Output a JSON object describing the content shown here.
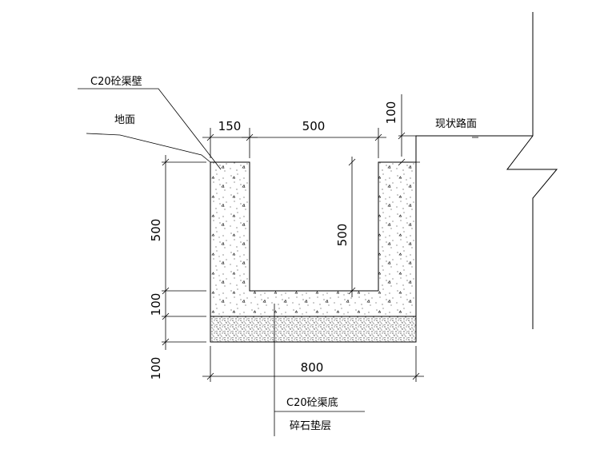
{
  "labels": {
    "channel_wall": "C20砼渠壁",
    "ground": "地面",
    "existing_road": "现状路面",
    "channel_bottom": "C20砼渠底",
    "gravel_layer": "碎石垫层"
  },
  "dimensions": {
    "wall_thickness": "150",
    "inner_width": "500",
    "road_step": "100",
    "wall_height_left": "500",
    "wall_height_inner": "500",
    "bottom_thickness": "100",
    "cushion_thickness": "100",
    "total_width": "800"
  }
}
